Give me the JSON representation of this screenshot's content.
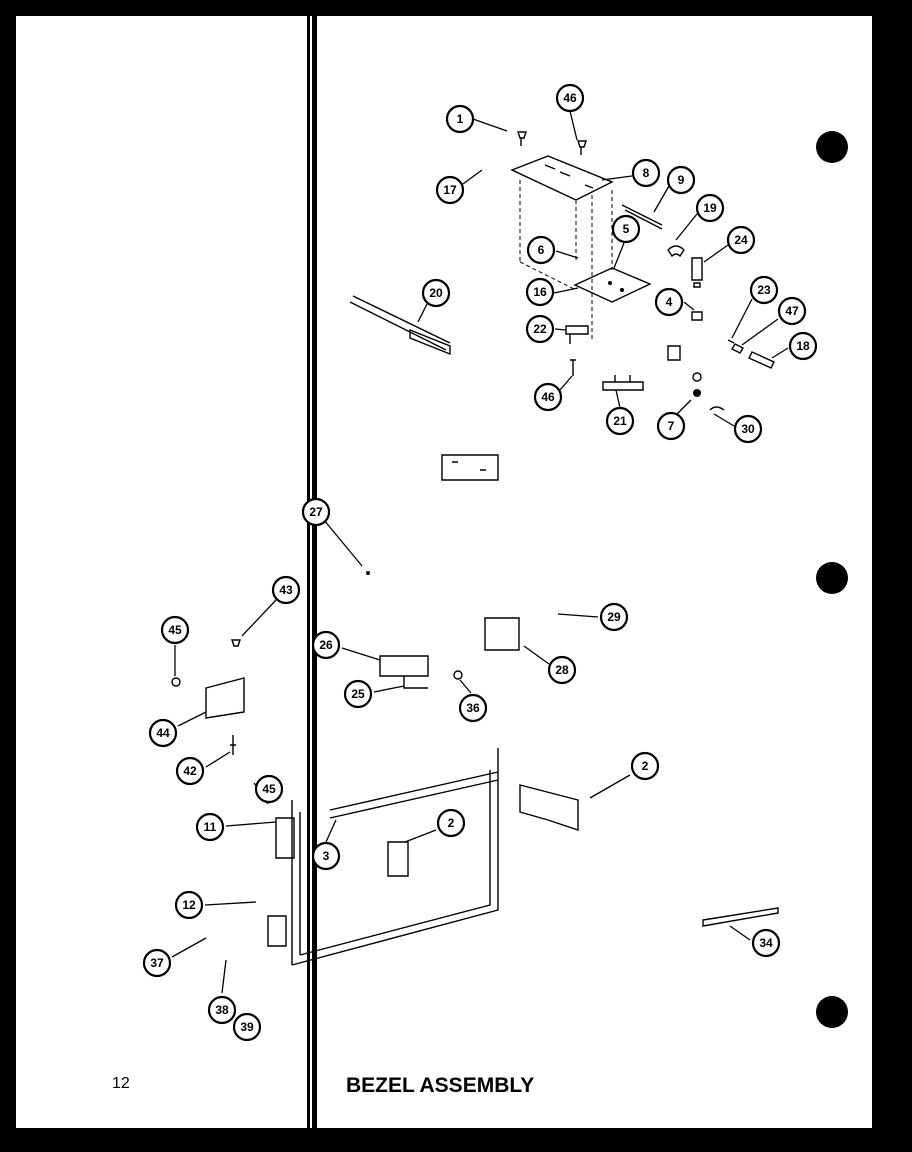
{
  "page": {
    "number": "12",
    "title": "BEZEL ASSEMBLY"
  },
  "callouts": [
    {
      "id": "c1",
      "label": "1"
    },
    {
      "id": "c46a",
      "label": "46"
    },
    {
      "id": "c17",
      "label": "17"
    },
    {
      "id": "c8",
      "label": "8"
    },
    {
      "id": "c9",
      "label": "9"
    },
    {
      "id": "c19",
      "label": "19"
    },
    {
      "id": "c6",
      "label": "6"
    },
    {
      "id": "c5",
      "label": "5"
    },
    {
      "id": "c24",
      "label": "24"
    },
    {
      "id": "c20",
      "label": "20"
    },
    {
      "id": "c16",
      "label": "16"
    },
    {
      "id": "c4",
      "label": "4"
    },
    {
      "id": "c23",
      "label": "23"
    },
    {
      "id": "c47",
      "label": "47"
    },
    {
      "id": "c18",
      "label": "18"
    },
    {
      "id": "c22",
      "label": "22"
    },
    {
      "id": "c46b",
      "label": "46"
    },
    {
      "id": "c21",
      "label": "21"
    },
    {
      "id": "c7",
      "label": "7"
    },
    {
      "id": "c30",
      "label": "30"
    },
    {
      "id": "c27",
      "label": "27"
    },
    {
      "id": "c43",
      "label": "43"
    },
    {
      "id": "c45a",
      "label": "45"
    },
    {
      "id": "c29",
      "label": "29"
    },
    {
      "id": "c26",
      "label": "26"
    },
    {
      "id": "c28",
      "label": "28"
    },
    {
      "id": "c25",
      "label": "25"
    },
    {
      "id": "c36",
      "label": "36"
    },
    {
      "id": "c44",
      "label": "44"
    },
    {
      "id": "c42",
      "label": "42"
    },
    {
      "id": "c45b",
      "label": "45"
    },
    {
      "id": "c2a",
      "label": "2"
    },
    {
      "id": "c11",
      "label": "11"
    },
    {
      "id": "c3",
      "label": "3"
    },
    {
      "id": "c2b",
      "label": "2"
    },
    {
      "id": "c12",
      "label": "12"
    },
    {
      "id": "c37",
      "label": "37"
    },
    {
      "id": "c34",
      "label": "34"
    },
    {
      "id": "c38",
      "label": "38"
    },
    {
      "id": "c39",
      "label": "39"
    }
  ]
}
